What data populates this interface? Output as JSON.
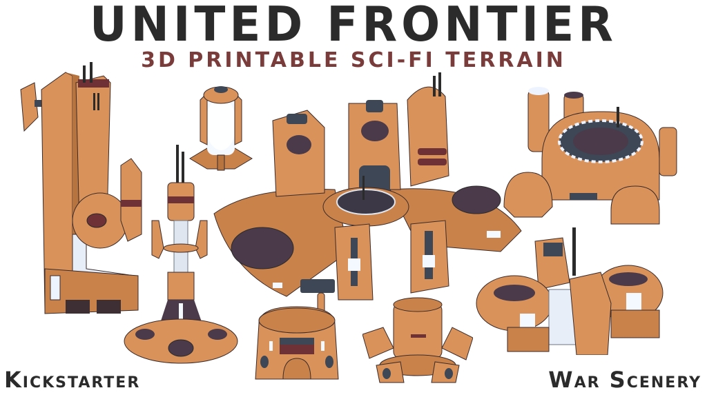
{
  "banner": {
    "title": "UNITED FRONTIER",
    "subtitle": "3D PRINTABLE SCI-FI TERRAIN",
    "bottom_left": "Kickstarter",
    "bottom_right": "War Scenery"
  },
  "colors": {
    "title": "#2b2b2b",
    "subtitle": "#7a3b3b",
    "terrain_base": "#d9935a",
    "terrain_shadow": "#b8743f",
    "accent_maroon": "#6e3236",
    "panel_dark": "#4a3a4a",
    "glow": "#eef4ff",
    "metal_dark": "#3d4756"
  },
  "terrain_pieces": [
    {
      "name": "tall tower with sphere"
    },
    {
      "name": "glowing energy pylon"
    },
    {
      "name": "antenna spire on round base"
    },
    {
      "name": "central hub with radiating wings"
    },
    {
      "name": "domed habitat with silos"
    },
    {
      "name": "small round bunker"
    },
    {
      "name": "cylindrical turret"
    },
    {
      "name": "twin-pod reactor"
    }
  ]
}
